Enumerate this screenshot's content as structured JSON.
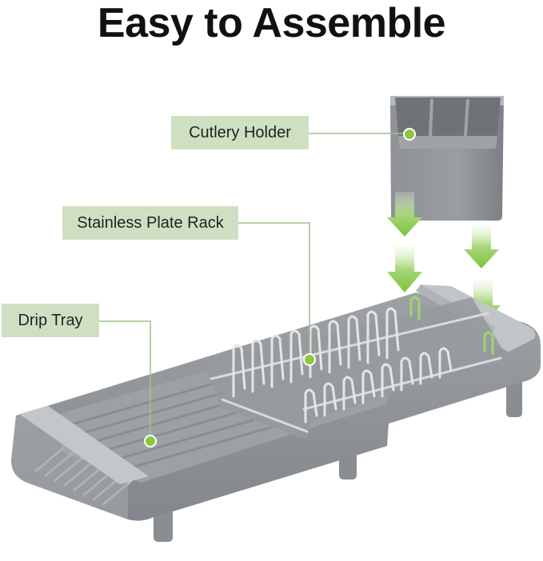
{
  "title": "Easy to Assemble",
  "labels": {
    "cutlery_holder": "Cutlery Holder",
    "plate_rack": "Stainless Plate Rack",
    "drip_tray": "Drip Tray"
  },
  "colors": {
    "label_bg": "#cfe0c2",
    "leader_line": "#9bc48a",
    "dot": "#8dc63f",
    "arrow": "#8dc63f",
    "plastic": "#8c9094",
    "plastic_light": "#a7abaf",
    "steel": "#d8dadc"
  }
}
